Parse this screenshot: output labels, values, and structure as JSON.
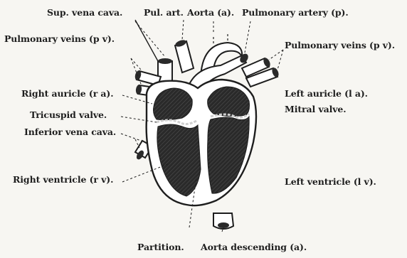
{
  "labels": {
    "sup_vena_cava": "Sup. vena cava.",
    "pul_art": "Pul. art.",
    "aorta_top": "Aorta (a).",
    "pulmonary_artery": "Pulmonary artery (p).",
    "pulmonary_veins_left": "Pulmonary veins (p v).",
    "pulmonary_veins_right": "Pulmonary veins (p v).",
    "right_auricle": "Right auricle (r a).",
    "tricuspid_valve": "Tricuspid valve.",
    "inferior_vena_cava": "Inferior vena cava.",
    "right_ventricle": "Right ventricle (r v).",
    "left_auricle": "Left auricle (l a).",
    "mitral_valve": "Mitral valve.",
    "left_ventricle": "Left ventricle (l v).",
    "partition": "Partition.",
    "aorta_descending": "Aorta descending (a)."
  },
  "colors": {
    "ink": "#1e1e1e",
    "chamber": "#262626",
    "paper": "#f7f6f2"
  }
}
